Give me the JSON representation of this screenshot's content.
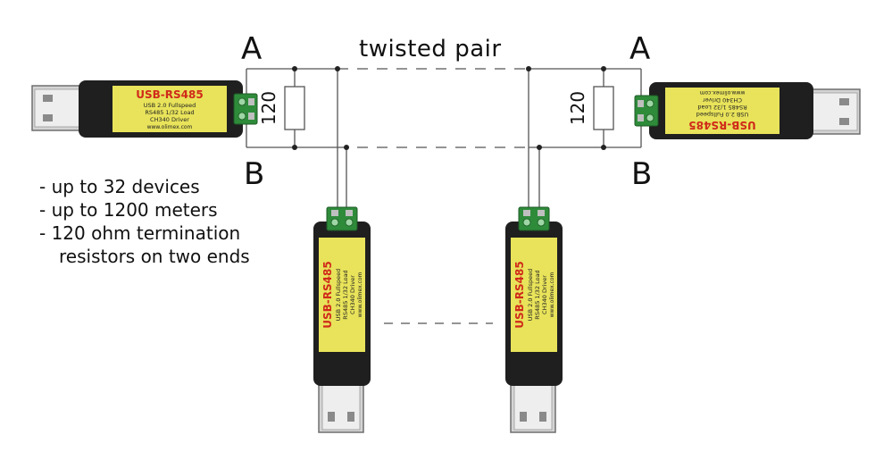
{
  "title": "twisted pair",
  "labels": {
    "left_a": "A",
    "left_b": "B",
    "right_a": "A",
    "right_b": "B"
  },
  "resistors": [
    {
      "value": "120"
    },
    {
      "value": "120"
    }
  ],
  "notes": [
    "- up to 32 devices",
    "- up to 1200 meters",
    "- 120 ohm termination",
    "resistors on two ends"
  ],
  "adapters": [
    {
      "name": "USB-RS485",
      "line1": "USB 2.0 Fullspeed",
      "line2": "RS485 1/32 Load",
      "line3": "CH340 Driver",
      "line4": "www.olimex.com"
    },
    {
      "name": "USB-RS485",
      "line1": "USB 2.0 Fullspeed",
      "line2": "RS485 1/32 Load",
      "line3": "CH340 Driver",
      "line4": "www.olimex.com"
    },
    {
      "name": "USB-RS485",
      "line1": "USB 2.0 Fullspeed",
      "line2": "RS485 1/32 Load",
      "line3": "CH340 Driver",
      "line4": "www.olimex.com"
    },
    {
      "name": "USB-RS485",
      "line1": "USB 2.0 Fullspeed",
      "line2": "RS485 1/32 Load",
      "line3": "CH340 Driver",
      "line4": "www.olimex.com"
    }
  ],
  "colors": {
    "wire": "#555555",
    "body": "#1f1f1f",
    "label_bg": "#e8e35a",
    "brand_text": "#d02a1a",
    "terminal": "#2e8b3a",
    "usb_metal": "#cfcfcf"
  }
}
